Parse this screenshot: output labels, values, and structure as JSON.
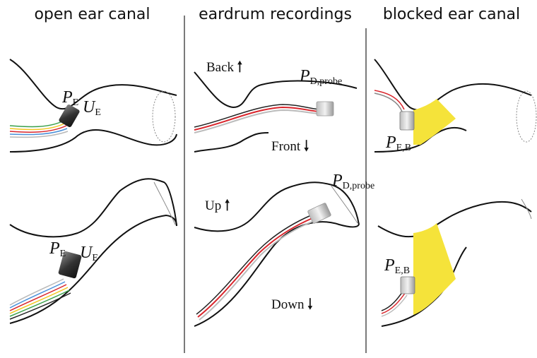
{
  "titles": {
    "open": "open ear canal",
    "eardrum": "eardrum recordings",
    "blocked": "blocked ear canal"
  },
  "labels": {
    "pe_main": "P",
    "pe_sub": "E",
    "ue_main": "U",
    "ue_sub": "E",
    "pd_main": "P",
    "pd_sub": "D,probe",
    "peb_main": "P",
    "peb_sub": "E,B",
    "back": "Back",
    "front": "Front",
    "up": "Up",
    "down": "Down",
    "arrow_up": "🠑",
    "arrow_down": "🠓"
  },
  "colors": {
    "outline": "#111111",
    "blocking": "#f5e33a",
    "wire_red": "#d9242b",
    "wire_blue": "#4a90d9",
    "wire_yellow": "#f2c61e",
    "wire_green": "#3aa04a",
    "wire_gray": "#b8b8b8",
    "divider": "#222222"
  }
}
